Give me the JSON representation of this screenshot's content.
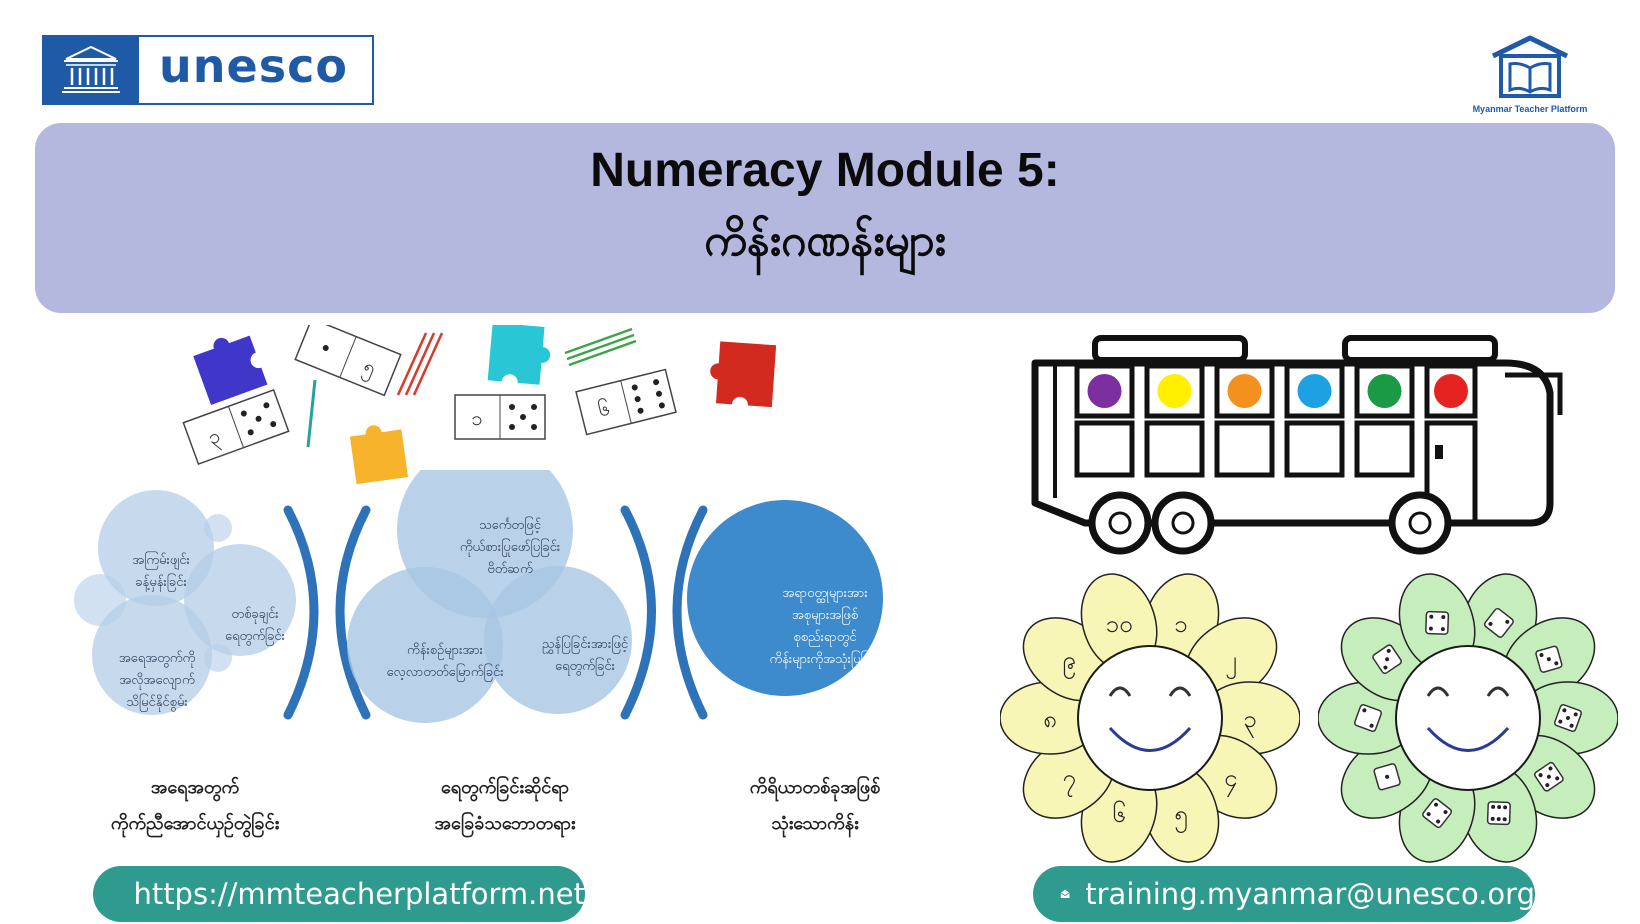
{
  "header": {
    "unesco_word": "unesco",
    "mtp_caption": "Myanmar Teacher Platform"
  },
  "title": {
    "line1": "Numeracy Module 5:",
    "line2": "ကိန်းဂဏန်းများ"
  },
  "dominoes": [
    {
      "left": "၃",
      "icon": "domino-icon"
    },
    {
      "left": "",
      "right": "၅",
      "icon": "domino-icon"
    },
    {
      "left": "၁",
      "icon": "domino-icon"
    },
    {
      "left": "၆",
      "icon": "domino-icon"
    }
  ],
  "venn_left": {
    "circle1": "အကြမ်းဖျင်း\nခန့်မှန်းခြင်း",
    "circle2": "တစ်ခုချင်း\nရေတွက်ခြင်း",
    "circle3": "အရေအတွက်ကို\nအလိုအလျောက်\nသိမြင်နိုင်စွမ်း",
    "caption": "အရေအတွက်\nကိုက်ညီအောင်ယှဉ်တွဲခြင်း"
  },
  "venn_middle": {
    "circle1": "သင်္ကေတဖြင့်\nကိုယ်စားပြုဖော်ပြခြင်း\nဗိတ်ဆက်",
    "circle2": "ကိန်းစဥ်များအား\nလေ့လာတတ်မြောက်ခြင်း",
    "circle3": "ညွှန်ပြခြင်းအားဖြင့်\nရေတွက်ခြင်း",
    "caption": "ရေတွက်ခြင်းဆိုင်ရာ\nအခြေခံသဘောတရား"
  },
  "venn_right": {
    "circle1": "အရာဝတ္ထုများအား\nအစုများအဖြစ်\nစုစည်းရာတွင်\nကိန်းများကိုအသုံးပြုခြင်း",
    "caption": "ကိရိယာတစ်ခုအဖြစ်\nသုံးသောကိန်း"
  },
  "bus": {
    "window_colors": [
      "#7b2fa0",
      "#ffef00",
      "#f4911e",
      "#1ea1e3",
      "#1a9a45",
      "#e52421"
    ]
  },
  "flower_numbers": {
    "petals": [
      "၁",
      "၂",
      "၃",
      "၄",
      "၅",
      "၆",
      "၇",
      "၈",
      "၉",
      "၁၀"
    ]
  },
  "colors": {
    "banner": "#b4b8df",
    "unesco_blue": "#1f5aa6",
    "venn_light": "#a7c5e3",
    "venn_dark": "#3d8bcd",
    "pill": "#2f9a8e",
    "flower_yellow": "#f8f6b6",
    "flower_green": "#c6eebd"
  },
  "footer": {
    "website": "https://mmteacherplatform.net",
    "website_icon": "globe-icon",
    "email": "training.myanmar@unesco.org",
    "email_icon": "envelope-icon"
  }
}
